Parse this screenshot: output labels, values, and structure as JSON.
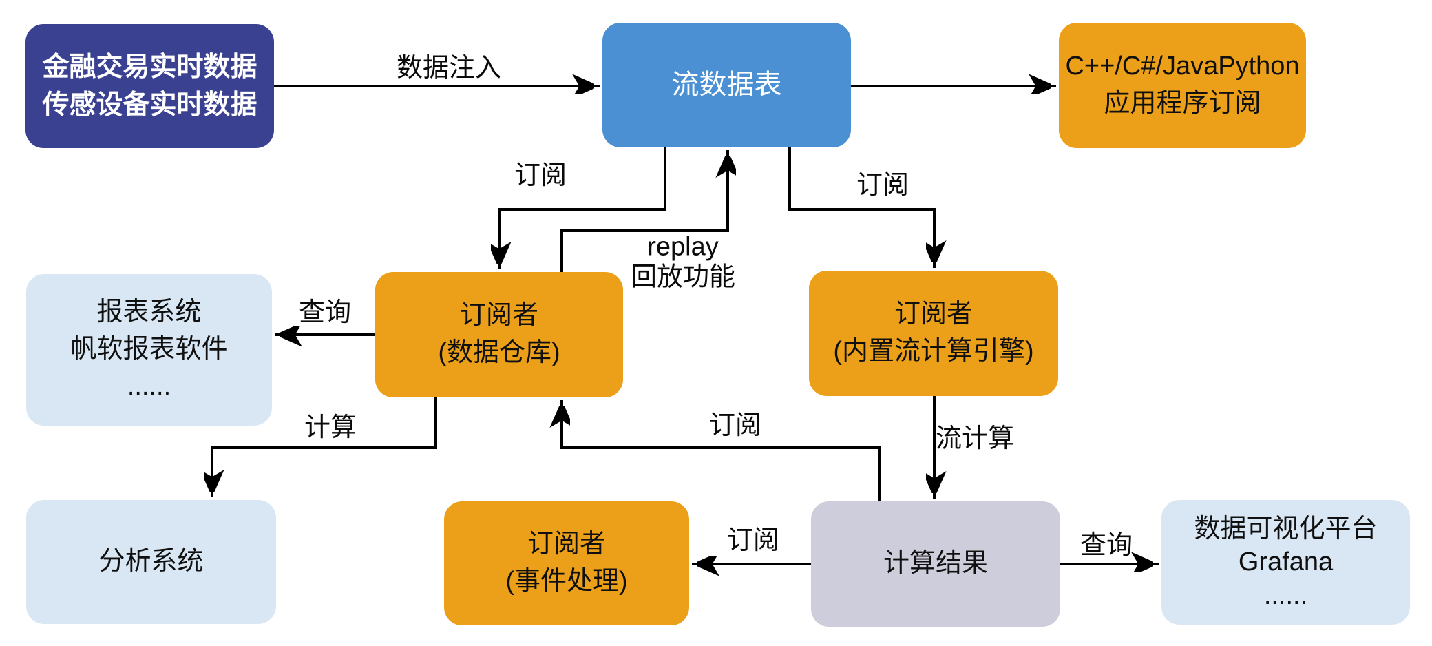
{
  "diagram": {
    "title_hint": "streaming data flow diagram",
    "colors": {
      "source_box": "#3B4191",
      "stream_table_box": "#4A90D2",
      "subscriber_box": "#ECA019",
      "external_system_box": "#D9E7F4",
      "result_box": "#CECDDB",
      "connector": "#000000",
      "background": "#ffffff"
    },
    "nodes": {
      "source": {
        "lines": [
          "金融交易实时数据",
          "传感设备实时数据"
        ]
      },
      "stream_table": {
        "label": "流数据表"
      },
      "api_subscribers": {
        "lines": [
          "C++/C#/JavaPython",
          "应用程序订阅"
        ]
      },
      "report_system": {
        "lines": [
          "报表系统",
          "帆软报表软件",
          "......"
        ]
      },
      "subscriber_warehouse": {
        "lines": [
          "订阅者",
          "(数据仓库)"
        ]
      },
      "subscriber_engine": {
        "lines": [
          "订阅者",
          "(内置流计算引擎)"
        ]
      },
      "analysis_system": {
        "label": "分析系统"
      },
      "subscriber_event": {
        "lines": [
          "订阅者",
          "(事件处理)"
        ]
      },
      "compute_result": {
        "label": "计算结果"
      },
      "visualization": {
        "lines": [
          "数据可视化平台",
          "Grafana",
          "......"
        ]
      }
    },
    "edge_labels": {
      "inject": "数据注入",
      "subscribe_left": "订阅",
      "subscribe_right": "订阅",
      "replay_line1": "replay",
      "replay_line2": "回放功能",
      "query_left": "查询",
      "compute": "计算",
      "subscribe_up": "订阅",
      "stream_compute": "流计算",
      "subscribe_mid": "订阅",
      "query_right": "查询"
    }
  }
}
